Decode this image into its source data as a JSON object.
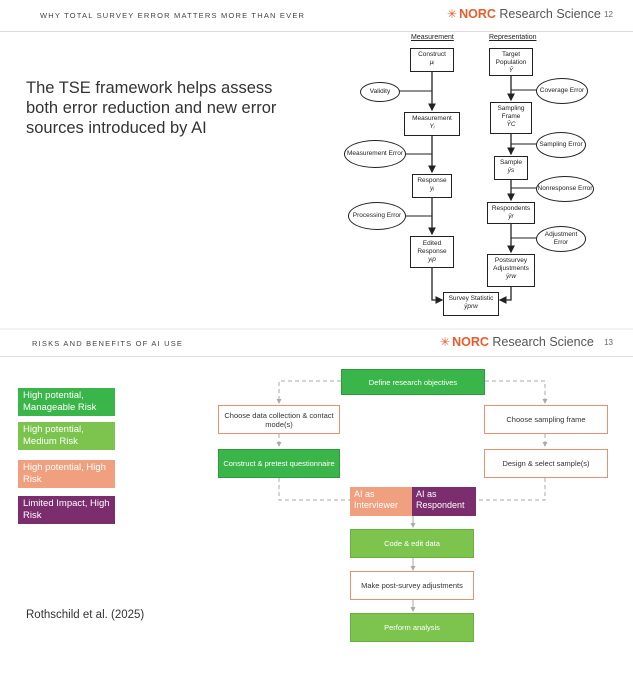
{
  "slide1": {
    "header_title": "WHY TOTAL SURVEY ERROR MATTERS MORE THAN EVER",
    "logo_norc": "NORC",
    "logo_rest": " Research Science",
    "page_number": "12",
    "headline": "The TSE framework helps assess both error reduction and new error sources introduced by AI",
    "measurement_heading": "Measurement",
    "representation_heading": "Representation",
    "measurement_boxes": [
      {
        "label": "Construct",
        "symbol": "μᵢ"
      },
      {
        "label": "Measurement",
        "symbol": "Yᵢ"
      },
      {
        "label": "Response",
        "symbol": "yᵢ"
      },
      {
        "label": "Edited Response",
        "symbol": "yᵢp"
      }
    ],
    "representation_boxes": [
      {
        "label": "Target Population",
        "symbol": "Ȳ"
      },
      {
        "label": "Sampling Frame",
        "symbol": "ȲC"
      },
      {
        "label": "Sample",
        "symbol": "ȳs"
      },
      {
        "label": "Respondents",
        "symbol": "ȳr"
      },
      {
        "label": "Postsurvey Adjustments",
        "symbol": "ȳrw"
      }
    ],
    "statistic_box": {
      "label": "Survey Statistic",
      "symbol": "ȳprw"
    },
    "measurement_errors": [
      "Validity",
      "Measurement Error",
      "Processing Error"
    ],
    "representation_errors": [
      "Coverage Error",
      "Sampling Error",
      "Nonresponse Error",
      "Adjustment Error"
    ]
  },
  "slide2": {
    "header_title": "RISKS AND BENEFITS OF AI USE",
    "logo_norc": "NORC",
    "logo_rest": " Research Science",
    "page_number": "13",
    "legend": [
      {
        "label": "High potential, Manageable Risk",
        "color": "#3ab54a"
      },
      {
        "label": "High potential, Medium Risk",
        "color": "#7cc44e"
      },
      {
        "label": "High potential, High Risk",
        "color": "#f0a07e"
      },
      {
        "label": "Limited Impact, High Risk",
        "color": "#7b2d6e"
      }
    ],
    "flow": {
      "define": "Define research objectives",
      "collection_mode": "Choose data collection & contact mode(s)",
      "sampling_frame": "Choose sampling frame",
      "questionnaire": "Construct & pretest questionnaire",
      "design_sample": "Design & select sample(s)",
      "ai_interviewer": "AI as Interviewer",
      "ai_respondent": "AI as Respondent",
      "code_edit": "Code & edit data",
      "post_survey": "Make post-survey adjustments",
      "analysis": "Perform analysis"
    },
    "citation": "Rothschild et al. (2025)"
  }
}
